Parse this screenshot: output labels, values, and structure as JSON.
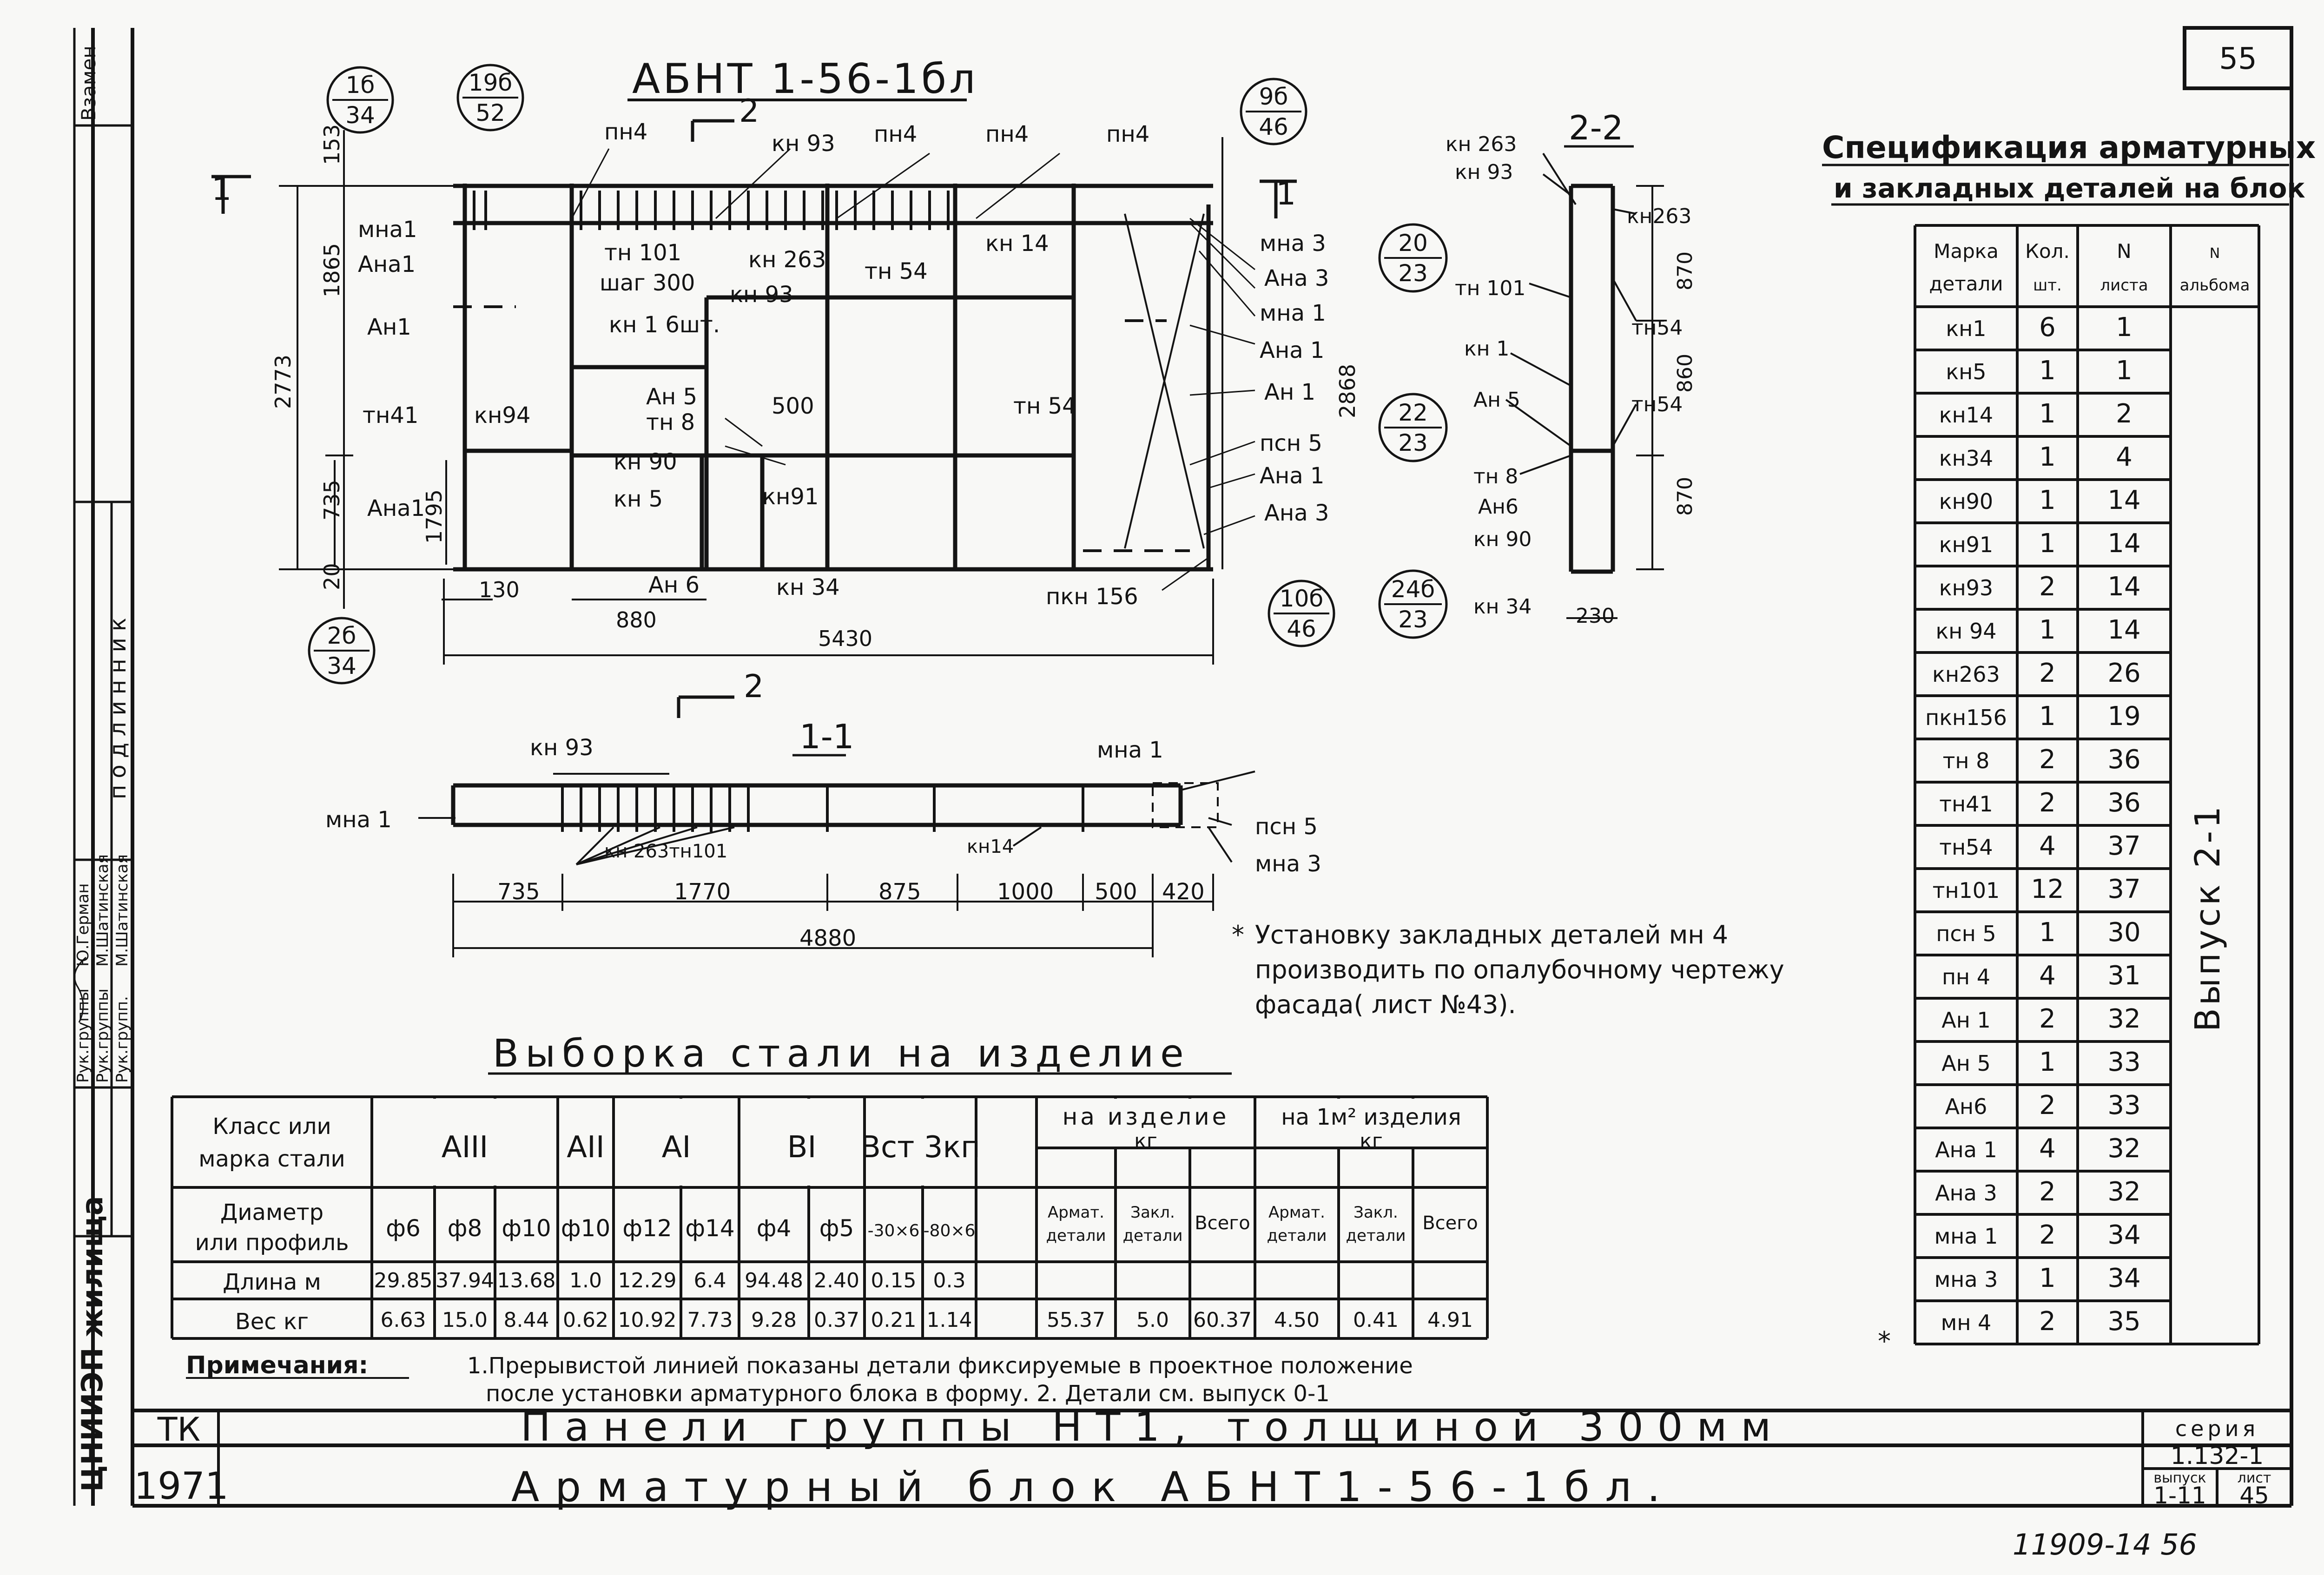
{
  "sheet_number": "55",
  "margin_label": "Взамен",
  "left_strip": {
    "org": "ЦНИИЭП жилища",
    "roles": [
      "Рук.группы",
      "Рук.группы",
      "Рук.групп."
    ],
    "names": [
      "Ю.Герман",
      "М.Шатинская",
      "М.Шатинская"
    ],
    "original_mark": "подлинник"
  },
  "main_title": "АБНТ 1-56-1бл",
  "section_2_label": "2-2",
  "section_1_label": "1-1",
  "cut_marks": {
    "c2": "2",
    "c1": "1"
  },
  "elevation": {
    "callouts": [
      {
        "id": "c1",
        "top": "1б",
        "bottom": "34"
      },
      {
        "id": "c2",
        "top": "19б",
        "bottom": "52"
      },
      {
        "id": "c3",
        "top": "9б",
        "bottom": "46"
      },
      {
        "id": "c4",
        "top": "2б",
        "bottom": "34"
      },
      {
        "id": "c5",
        "top": "10б",
        "bottom": "46"
      }
    ],
    "labels": {
      "l_pn4_1": "пн4",
      "l_kn93_top": "кн 93",
      "l_pn4_2": "пн4",
      "l_pn4_3": "пн4",
      "l_pn4_4": "пн4",
      "l_mna1_l": "мна1",
      "l_ana1_l": "Ана1",
      "l_an1_l": "Ан1",
      "l_tn41": "тн41",
      "l_kn94": "кн94",
      "l_ana1_l2": "Ана1",
      "l_tn101": "тн 101",
      "l_shag": "шаг 300",
      "l_kn1": "кн 1  6шт.",
      "l_kn263": "кн 263",
      "l_kn93_m": "кн 93",
      "l_tn54_m": "тн 54",
      "l_kn14": "кн 14",
      "l_an5": "Ан 5",
      "l_tn8": "тн 8",
      "l_500": "500",
      "l_tn54_r": "тн 54",
      "l_kn90": "кн 90",
      "l_kn5": "кн 5",
      "l_kn91": "кн91",
      "l_an6": "Ан 6",
      "l_kn34": "кн 34",
      "l_pkn156": "пкн 156",
      "l_mna3_r": "мна 3",
      "l_ana3_r": "Ана 3",
      "l_mna1_r": "мна 1",
      "l_ana1_r": "Ана 1",
      "l_an1_r": "Ан 1",
      "l_psn5_r": "псн 5",
      "l_ana1_r2": "Ана 1",
      "l_ana3_r2": "Ана 3"
    },
    "dims": {
      "d153": "153",
      "d1865": "1865",
      "d2773": "2773",
      "d735": "735",
      "d1795": "1795",
      "d20": "20",
      "d130": "130",
      "d880": "880",
      "d5430": "5430",
      "d2868": "2868"
    }
  },
  "section_2_2": {
    "callouts": [
      {
        "id": "s1",
        "top": "20",
        "bottom": "23"
      },
      {
        "id": "s2",
        "top": "22",
        "bottom": "23"
      },
      {
        "id": "s3",
        "top": "24б",
        "bottom": "23"
      }
    ],
    "labels": {
      "k263": "кн 263",
      "k93": "кн 93",
      "k263r": "кн263",
      "t101": "тн 101",
      "k1": "кн 1",
      "t54a": "тн54",
      "a5": "Ан 5",
      "t54b": "тн54",
      "t8": "тн 8",
      "a6": "Ан6",
      "k90": "кн 90",
      "k34": "кн 34"
    },
    "dims": {
      "d870a": "870",
      "d860": "860",
      "d870b": "870",
      "d230": "230"
    }
  },
  "section_1_1": {
    "labels": {
      "kn93": "кн 93",
      "mna1_l": "мна 1",
      "mna1_r": "мна 1",
      "kn263tn101": "кн 263тн101",
      "kn14": "кн14",
      "psn5": "псн 5",
      "mna3": "мна 3"
    },
    "dims": [
      "735",
      "1770",
      "875",
      "1000",
      "500",
      "420"
    ],
    "total": "4880"
  },
  "install_note": {
    "mark": "*",
    "lines": [
      "Установку закладных деталей мн 4",
      "производить по опалубочному чертежу",
      "фасада( лист №43)."
    ]
  },
  "spec": {
    "title1": "Спецификация арматурных",
    "title2": "и закладных деталей на блок",
    "headers": [
      [
        "Марка",
        "детали"
      ],
      [
        "Кол.",
        "шт."
      ],
      [
        "N",
        "листа"
      ],
      [
        "N",
        "альбома"
      ]
    ],
    "album": "Выпуск 2-1",
    "star": "*",
    "rows": [
      [
        "кн1",
        "6",
        "1"
      ],
      [
        "кн5",
        "1",
        "1"
      ],
      [
        "кн14",
        "1",
        "2"
      ],
      [
        "кн34",
        "1",
        "4"
      ],
      [
        "кн90",
        "1",
        "14"
      ],
      [
        "кн91",
        "1",
        "14"
      ],
      [
        "кн93",
        "2",
        "14"
      ],
      [
        "кн 94",
        "1",
        "14"
      ],
      [
        "кн263",
        "2",
        "26"
      ],
      [
        "пкн156",
        "1",
        "19"
      ],
      [
        "тн 8",
        "2",
        "36"
      ],
      [
        "тн41",
        "2",
        "36"
      ],
      [
        "тн54",
        "4",
        "37"
      ],
      [
        "тн101",
        "12",
        "37"
      ],
      [
        "псн 5",
        "1",
        "30"
      ],
      [
        "пн 4",
        "4",
        "31"
      ],
      [
        "Ан 1",
        "2",
        "32"
      ],
      [
        "Ан 5",
        "1",
        "33"
      ],
      [
        "Ан6",
        "2",
        "33"
      ],
      [
        "Ана 1",
        "4",
        "32"
      ],
      [
        "Ана 3",
        "2",
        "32"
      ],
      [
        "мна 1",
        "2",
        "34"
      ],
      [
        "мна 3",
        "1",
        "34"
      ],
      [
        "мн 4",
        "2",
        "35"
      ]
    ]
  },
  "steel": {
    "title": "Выборка стали на изделие",
    "row_heads": [
      [
        "Класс или",
        "марка стали"
      ],
      [
        "Диаметр",
        "или профиль"
      ],
      [
        "Длина м"
      ],
      [
        "Вес кг"
      ]
    ],
    "classes": [
      "AIII",
      "AII",
      "AI",
      "BI",
      "Вст 3кп"
    ],
    "group_heads": [
      [
        "на изделие",
        "кг"
      ],
      [
        "на 1м² изделия",
        "кг"
      ]
    ],
    "sub_heads": [
      [
        "Армат.",
        "детали"
      ],
      [
        "Закл.",
        "детали"
      ],
      [
        "Всего"
      ],
      [
        "Армат.",
        "детали"
      ],
      [
        "Закл.",
        "детали"
      ],
      [
        "Всего"
      ]
    ],
    "diameters": [
      "ф6",
      "ф8",
      "ф10",
      "ф10",
      "ф12",
      "ф14",
      "ф4",
      "ф5",
      "-30×6",
      "-80×6"
    ],
    "lengths": [
      "29.85",
      "37.94",
      "13.68",
      "1.0",
      "12.29",
      "6.4",
      "94.48",
      "2.40",
      "0.15",
      "0.3"
    ],
    "weights": [
      "6.63",
      "15.0",
      "8.44",
      "0.62",
      "10.92",
      "7.73",
      "9.28",
      "0.37",
      "0.21",
      "1.14"
    ],
    "totals": [
      "55.37",
      "5.0",
      "60.37",
      "4.50",
      "0.41",
      "4.91"
    ]
  },
  "notes": {
    "label": "Примечания:",
    "line1": "1.Прерывистой линией показаны детали фиксируемые в проектное положение",
    "line2": "после установки арматурного блока в форму. 2. Детали см. выпуск 0-1"
  },
  "title_block": {
    "tk": "ТК",
    "year": "1971",
    "title1": "Панели группы НТ1, толщиной 300мм",
    "title2": "Арматурный блок АБНТ1-56-1бл.",
    "series_label": "серия",
    "series_value": "1.132-1",
    "issue_label": "выпуск",
    "issue_value": "1-11",
    "sheet_label": "лист",
    "sheet_value": "45"
  },
  "footer_code": "11909-14 56"
}
